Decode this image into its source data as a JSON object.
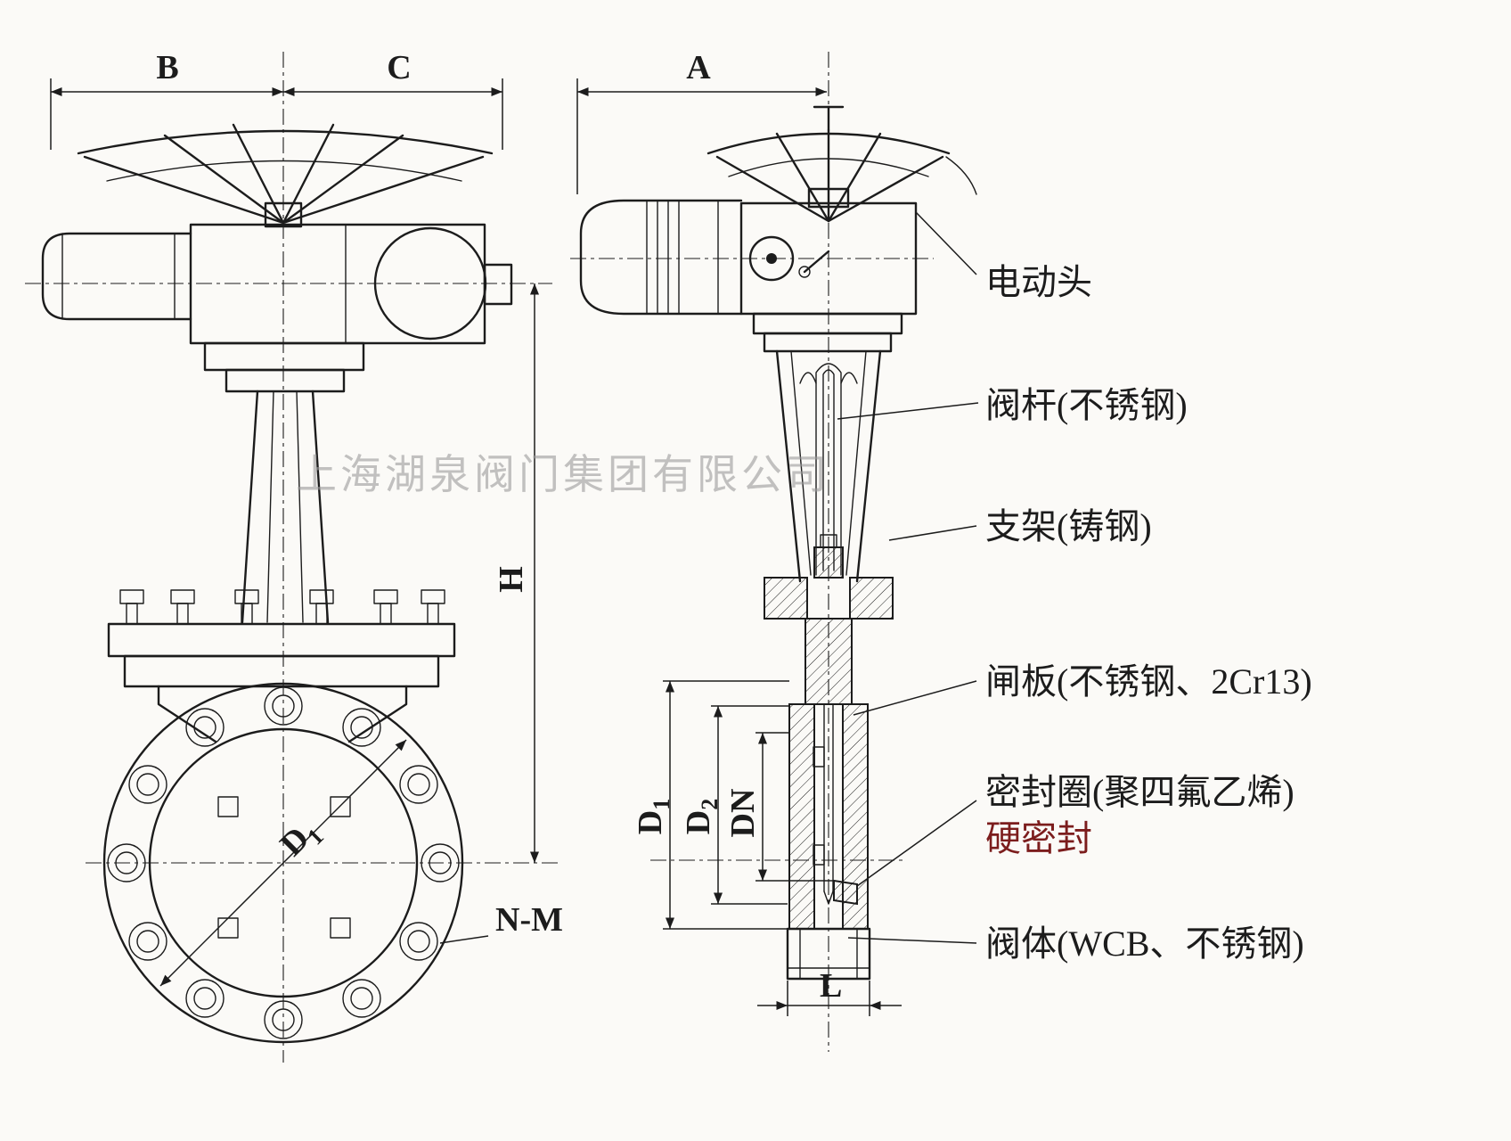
{
  "watermark": "上海湖泉阀门集团有限公司",
  "dims": {
    "B": "B",
    "C": "C",
    "A": "A",
    "H": "H",
    "L": "L",
    "NM": "N-M",
    "DN": "DN",
    "D": "D",
    "sub1": "1",
    "sub2": "2"
  },
  "labels": {
    "actuator": "电动头",
    "stem": "阀杆(不锈钢)",
    "bracket": "支架(铸钢)",
    "gate": "闸板(不锈钢、2Cr13)",
    "seal_line1": "密封圈(聚四氟乙烯)",
    "seal_line2": "硬密封",
    "body": "阀体(WCB、不锈钢)"
  },
  "colors": {
    "line": "#1c1c1c",
    "background": "#fbfaf7",
    "watermark": "#9b9b9b",
    "seal_text": "#7c1d1d"
  }
}
